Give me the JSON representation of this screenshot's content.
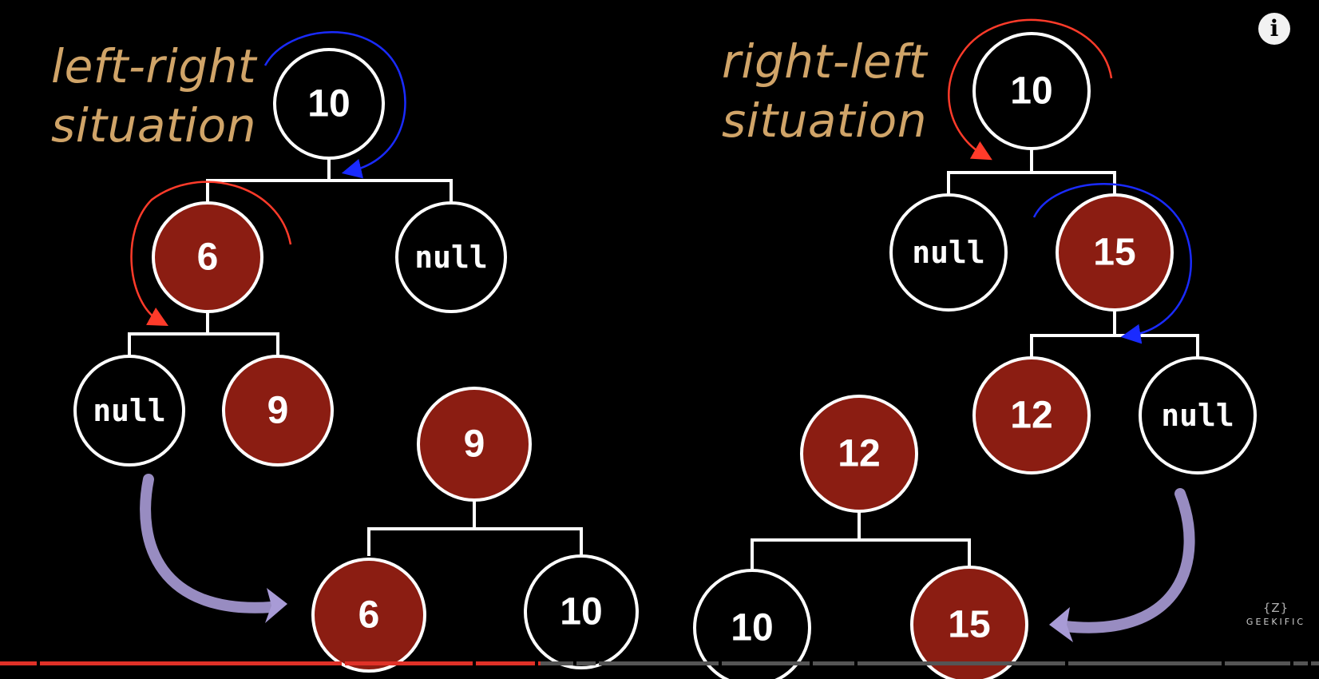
{
  "captions": {
    "left_line1": "left-right",
    "left_line2": "situation",
    "right_line1": "right-left",
    "right_line2": "situation"
  },
  "info_button": {
    "glyph": "i",
    "icon": "info-icon"
  },
  "watermark": {
    "mark": "{Z}",
    "word": "GEEKIFIC"
  },
  "colors": {
    "red_node": "#8b1d12",
    "black_node": "#000000",
    "stroke": "#ffffff",
    "caption": "#d0a468",
    "blue_arrow": "#1a2bff",
    "red_arrow": "#ff3b2a",
    "transform_arrow": "#a89bd6",
    "progress_played": "#e03128",
    "progress_rest": "#555555"
  },
  "trees": {
    "left_original": {
      "root": "10",
      "root_left": "6",
      "root_right": "null",
      "left_left": "null",
      "left_right": "9"
    },
    "left_result": {
      "root": "9",
      "left": "6",
      "right": "10"
    },
    "right_original": {
      "root": "10",
      "root_left": "null",
      "root_right": "15",
      "right_left": "12",
      "right_right": "null"
    },
    "right_result": {
      "root": "12",
      "left": "10",
      "right": "15"
    }
  },
  "progress": {
    "played_fraction": 0.41,
    "chapter_count": 14
  }
}
